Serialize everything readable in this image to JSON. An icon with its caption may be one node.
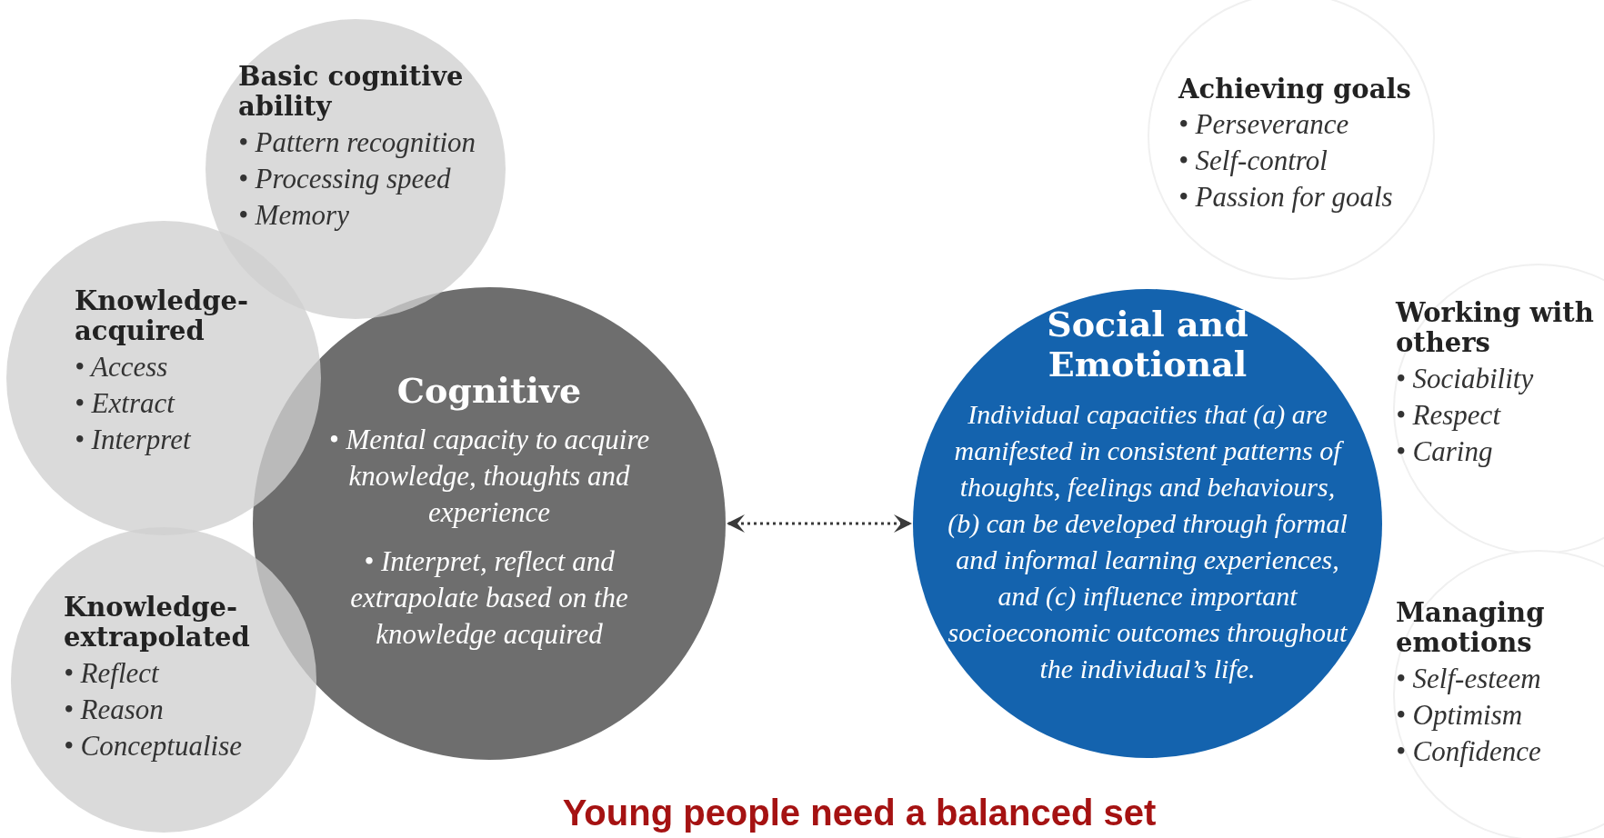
{
  "diagram": {
    "nodes": [
      {
        "text": [
          "Basic cognitive ability",
          "• Pattern recognition",
          "• Processing speed",
          "• Memory"
        ]
      },
      {
        "text": [
          "Knowledge-acquired",
          "• Access",
          "• Extract",
          "• Interpret"
        ]
      },
      {
        "text": [
          "Knowledge-extrapolated",
          "• Reflect",
          "• Reason",
          "• Conceptualise"
        ]
      },
      {
        "text": [
          "Cognitive",
          "• Mental capacity to acquire knowledge, thoughts and experience",
          "• Interpret, reflect and extrapolate based on the knowledge acquired"
        ]
      },
      {
        "text": [
          "Social and Emotional",
          "Individual capacities that (a) are manifested in consistent patterns of thoughts, feelings and behaviours, (b) can be developed through formal and informal learning experiences, and (c) influence important socioeconomic outcomes throughout the individual’s life."
        ]
      },
      {
        "text": [
          "Achieving goals",
          "• Perseverance",
          "• Self-control",
          "• Passion for goals"
        ]
      },
      {
        "text": [
          "Working with others",
          "• Sociability",
          "• Respect",
          "• Caring"
        ]
      },
      {
        "text": [
          "Managing emotions",
          "• Self-esteem",
          "• Optimism",
          "• Confidence"
        ]
      }
    ],
    "edges": [
      {
        "from": 3,
        "to": 4,
        "arrow": "both",
        "style": "dashed"
      }
    ],
    "labels": [
      "Young people need a balanced set"
    ]
  }
}
